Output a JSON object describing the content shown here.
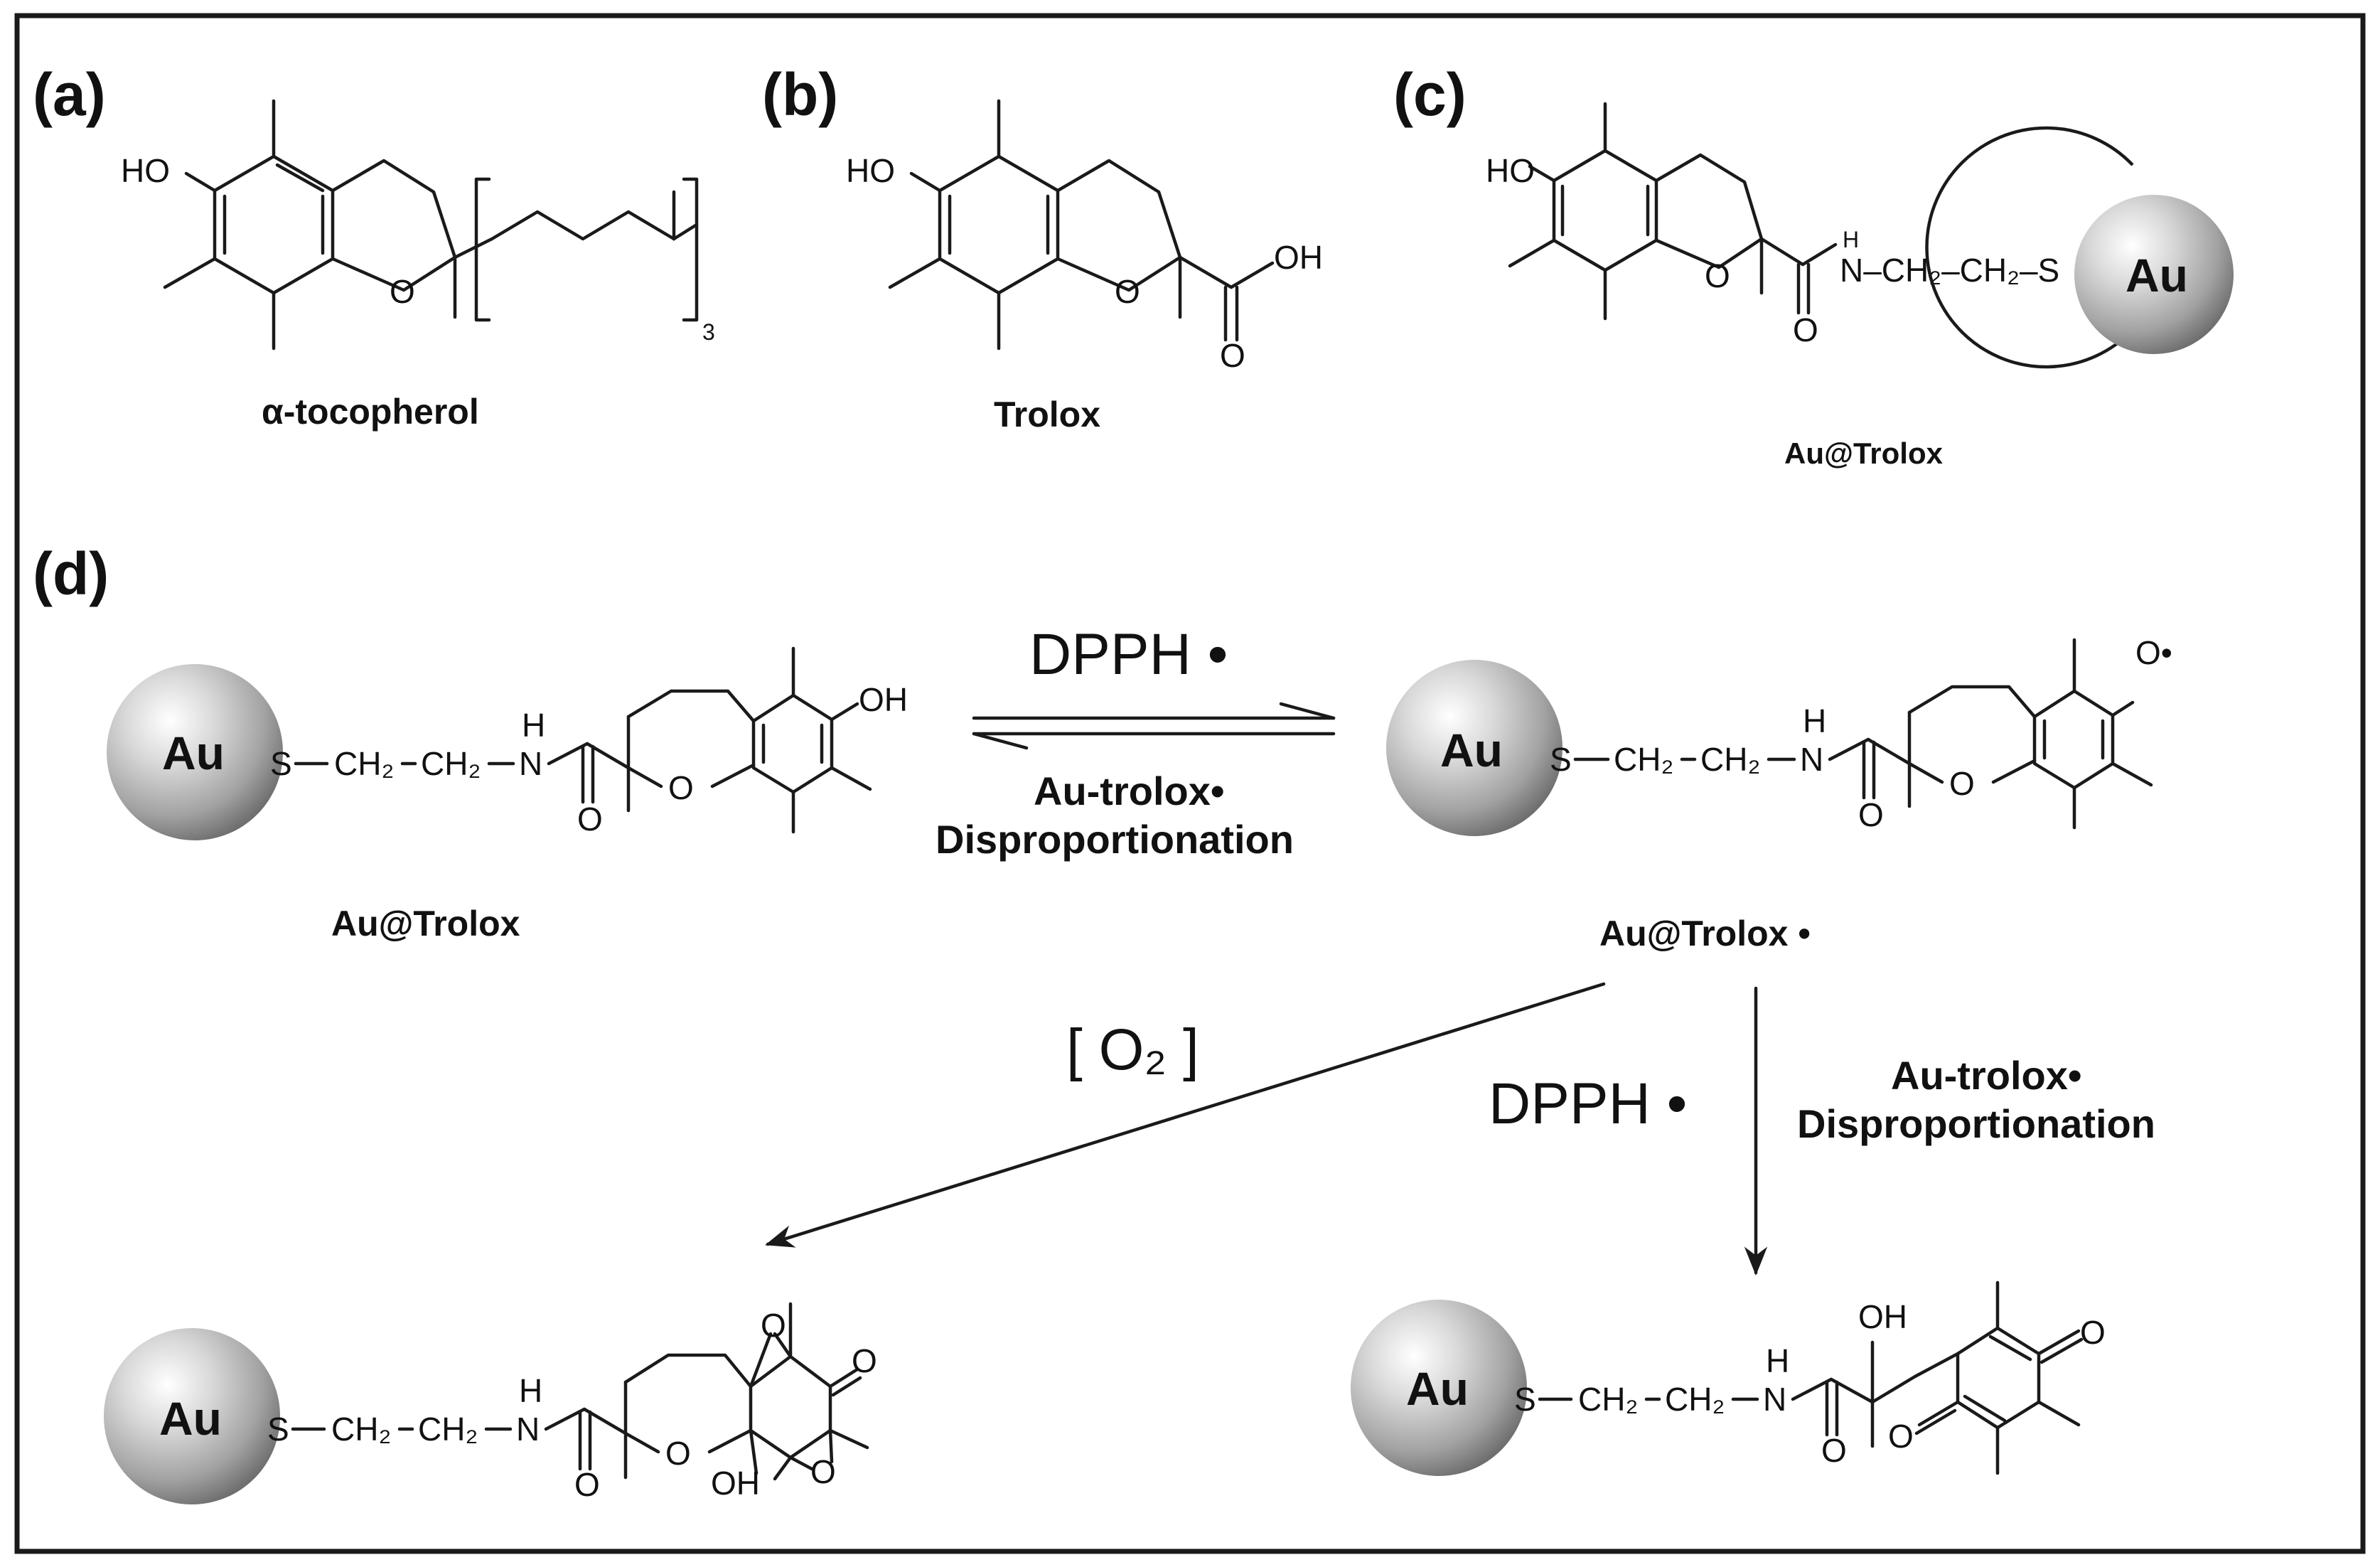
{
  "panels": {
    "a": {
      "label": "(a)",
      "caption": "α-tocopherol",
      "atoms": {
        "oh": "HO",
        "o": "O",
        "repeat_count": "3"
      }
    },
    "b": {
      "label": "(b)",
      "caption": "Trolox",
      "atoms": {
        "oh": "HO",
        "o": "O",
        "acid_oh": "OH",
        "acid_o": "O"
      }
    },
    "c": {
      "label": "(c)",
      "caption": "Au@Trolox",
      "atoms": {
        "oh": "HO",
        "o": "O",
        "amide_o": "O",
        "h": "H",
        "linker": "N–CH₂–CH₂–S",
        "au": "Au"
      }
    },
    "d": {
      "label": "(d)",
      "reactant": {
        "caption": "Au@Trolox",
        "atoms": {
          "au": "Au",
          "s": "S",
          "ch2a": "CH₂",
          "ch2b": "CH₂",
          "n": "N",
          "h": "H",
          "amide_o": "O",
          "o": "O",
          "oh": "OH"
        }
      },
      "radical": {
        "caption": "Au@Trolox •",
        "atoms": {
          "au": "Au",
          "s": "S",
          "ch2a": "CH₂",
          "ch2b": "CH₂",
          "n": "N",
          "h": "H",
          "amide_o": "O",
          "o": "O",
          "o_rad": "O•"
        }
      },
      "epoxide_product": {
        "atoms": {
          "au": "Au",
          "s": "S",
          "ch2a": "CH₂",
          "ch2b": "CH₂",
          "n": "N",
          "h": "H",
          "amide_o": "O",
          "o": "O",
          "oh": "OH",
          "ep_o1": "O",
          "ep_o2": "O",
          "keto_o": "O"
        }
      },
      "quinone_product": {
        "atoms": {
          "au": "Au",
          "s": "S",
          "ch2a": "CH₂",
          "ch2b": "CH₂",
          "n": "N",
          "h": "H",
          "amide_o": "O",
          "oh": "OH",
          "q_o1": "O",
          "q_o2": "O"
        }
      },
      "arrows": {
        "equilibrium_top": "DPPH •",
        "equilibrium_bottom_1": "Au-trolox•",
        "equilibrium_bottom_2": "Disproportionation",
        "oxygen_path": "[ O₂ ]",
        "down_left": "DPPH •",
        "down_right_1": "Au-trolox•",
        "down_right_2": "Disproportionation"
      }
    }
  },
  "colors": {
    "ink": "#1a1a1a",
    "frame": "#1a1a1a",
    "gold_sphere_light": "#ffffff",
    "gold_sphere_dark": "#6e6e6e"
  }
}
